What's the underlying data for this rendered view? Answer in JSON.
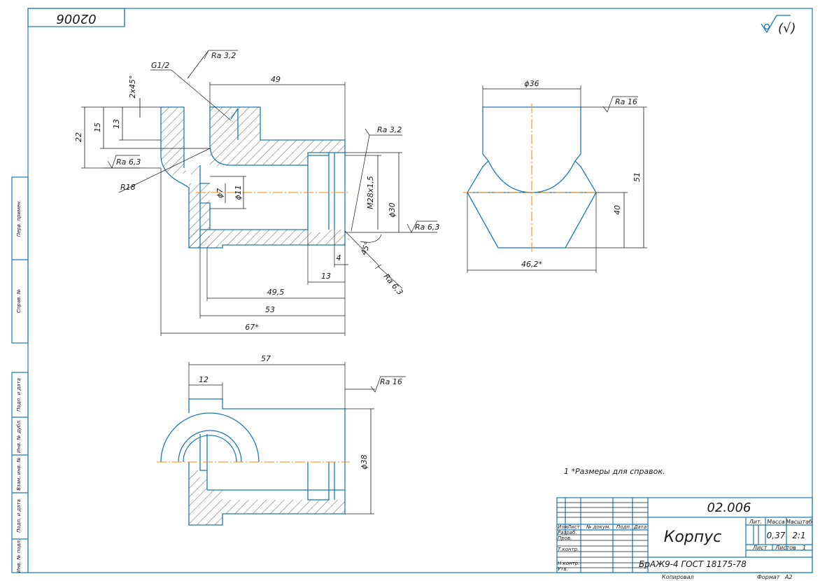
{
  "drawing": {
    "designation": "02.006",
    "designation_rotated": "02006",
    "part_name": "Корпус",
    "material": "БрАЖ9-4  ГОСТ 18175-78",
    "mass": "0,37",
    "scale": "2:1",
    "sheet_label": "Лист",
    "sheets_label": "Листов",
    "sheets_count": "1",
    "copied_label": "Копировал",
    "format_label": "Формат",
    "format_value": "А2",
    "note": "1  *Размеры для справок."
  },
  "title_block": {
    "lit_header": "Лит.",
    "mass_header": "Масса",
    "scale_header": "Масштаб",
    "col_izm": "Изм",
    "col_list": "Лист",
    "col_doc": "№ докум.",
    "col_sign": "Подп.",
    "col_date": "Дата",
    "row_razrab": "Разраб.",
    "row_prov": "Пров.",
    "row_tkontr": "Т.контр.",
    "row_nkontr": "Н.контр.",
    "row_utv": "Утв."
  },
  "side_strip": [
    "Перв. примен.",
    "Справ. №",
    "Подп. и дата",
    "Инв. № дубл.",
    "Взам. инв. №",
    "Подп. и дата",
    "Инв. № подл."
  ],
  "roughness": {
    "general": "(√)",
    "thread_g": "Ra 3,2",
    "bore_m": "Ra 3,2",
    "face_left": "Ra 6,3",
    "face_right": "Ra 6,3",
    "chamfer": "Ra 6,3",
    "side_view": "Ra 16",
    "bottom_view": "Ra 16"
  },
  "section_view": {
    "thread_g": "G1/2",
    "chamfer_top": "2x45°",
    "radius": "R18",
    "chamfer_angle": "45°",
    "dims": {
      "len_49": "49",
      "h_22": "22",
      "h_15": "15",
      "h_13": "13",
      "d_7": "ϕ7",
      "d_11": "ϕ11",
      "thread_m": "M28x1,5",
      "d_30": "ϕ30",
      "len_4": "4",
      "len_13": "13",
      "len_49_5": "49,5",
      "len_53": "53",
      "len_67": "67*"
    }
  },
  "side_view": {
    "dims": {
      "d_36": "ϕ36",
      "w_46_2": "46,2*",
      "h_51": "51",
      "h_40": "40"
    }
  },
  "bottom_view": {
    "dims": {
      "len_57": "57",
      "len_12": "12",
      "d_38": "ϕ38"
    }
  }
}
